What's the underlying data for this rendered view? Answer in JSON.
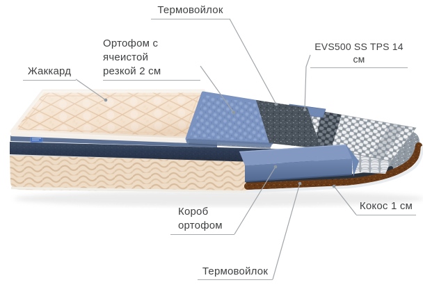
{
  "figure": {
    "kind": "mattress-layers-diagram",
    "background": "#ffffff"
  },
  "callouts": {
    "thermofelt_top": {
      "text": "Термовойлок"
    },
    "orthofoam": {
      "text": "Ортофом с ячеистой\nрезкой 2 см"
    },
    "jacquard": {
      "text": "Жаккард"
    },
    "springs": {
      "text": "EVS500 SS TPS 14 см"
    },
    "box": {
      "text": "Короб\nортофом"
    },
    "coconut": {
      "text": "Кокос 1 см"
    },
    "thermofelt_bottom": {
      "text": "Термовойлок"
    }
  },
  "colors": {
    "label_text": "#3e4042",
    "leader_line": "#a0a5aa",
    "quilt_top": "#f5e3cf",
    "foam_blue": "#7b93c0",
    "felt_dark": "#4b535c",
    "box_blue": "#6d86b0",
    "coconut_brown": "#6b3b18",
    "base_silver": "#e9ecef",
    "side_fabric": "#eedcc6",
    "navy_band": "#2a3850",
    "tag_blue": "#4a71bb"
  }
}
